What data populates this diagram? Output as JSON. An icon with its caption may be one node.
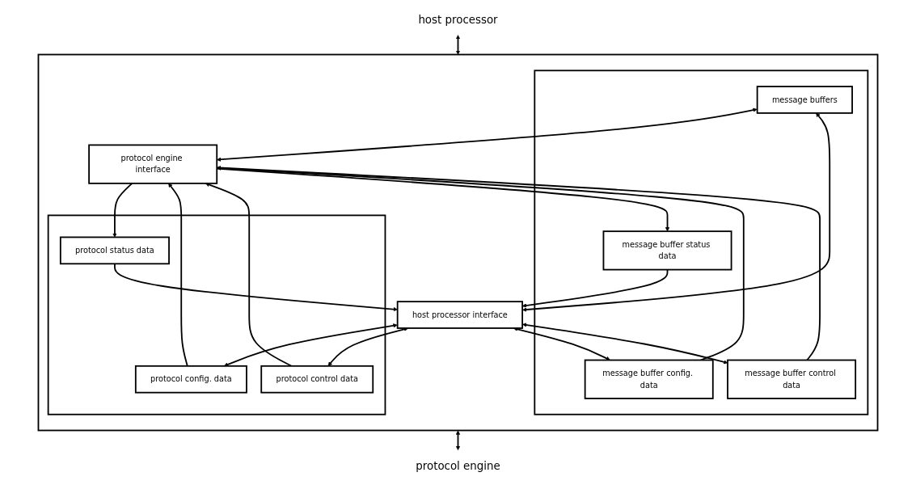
{
  "diagram": {
    "nodes": [
      {
        "text": [
          "host processor"
        ]
      },
      {
        "text": [],
        "shape": "box"
      },
      {
        "text": [
          "host processor interface"
        ],
        "in": 1
      },
      {
        "text": [],
        "shape": "box",
        "in": 1
      },
      {
        "text": [
          "protocol config. data"
        ],
        "in": 3
      },
      {
        "text": [
          "protocol control data"
        ],
        "in": 3
      },
      {
        "text": [
          "protocol status data"
        ],
        "in": 3
      },
      {
        "text": [],
        "shape": "box",
        "in": 1
      },
      {
        "text": [
          "message buffers"
        ],
        "in": 7
      },
      {
        "text": [
          "message buffer config. data"
        ],
        "in": 7
      },
      {
        "text": [
          "message buffer control data"
        ],
        "in": 7
      },
      {
        "text": [
          "message buffer status data"
        ],
        "in": 7
      },
      {
        "text": [
          "protocol engine interface"
        ],
        "in": 1
      },
      {
        "text": [
          "protocol engine"
        ]
      }
    ],
    "edges": [
      {
        "from": 0,
        "to": 1,
        "arrow": "both"
      },
      {
        "from": 2,
        "to": 4,
        "arrow": "both"
      },
      {
        "from": 2,
        "to": 5,
        "arrow": "both"
      },
      {
        "from": 6,
        "to": 2,
        "arrow": "to"
      },
      {
        "from": 2,
        "to": 8,
        "arrow": "both"
      },
      {
        "from": 2,
        "to": 9,
        "arrow": "both"
      },
      {
        "from": 2,
        "to": 10,
        "arrow": "both"
      },
      {
        "from": 11,
        "to": 2,
        "arrow": "to"
      },
      {
        "from": 4,
        "to": 12,
        "arrow": "to"
      },
      {
        "from": 5,
        "to": 12,
        "arrow": "to"
      },
      {
        "from": 12,
        "to": 6,
        "arrow": "to"
      },
      {
        "from": 8,
        "to": 12,
        "arrow": "both"
      },
      {
        "from": 9,
        "to": 12,
        "arrow": "to"
      },
      {
        "from": 10,
        "to": 12,
        "arrow": "to"
      },
      {
        "from": 12,
        "to": 11,
        "arrow": "to"
      },
      {
        "from": 1,
        "to": 13,
        "arrow": "both"
      }
    ]
  }
}
